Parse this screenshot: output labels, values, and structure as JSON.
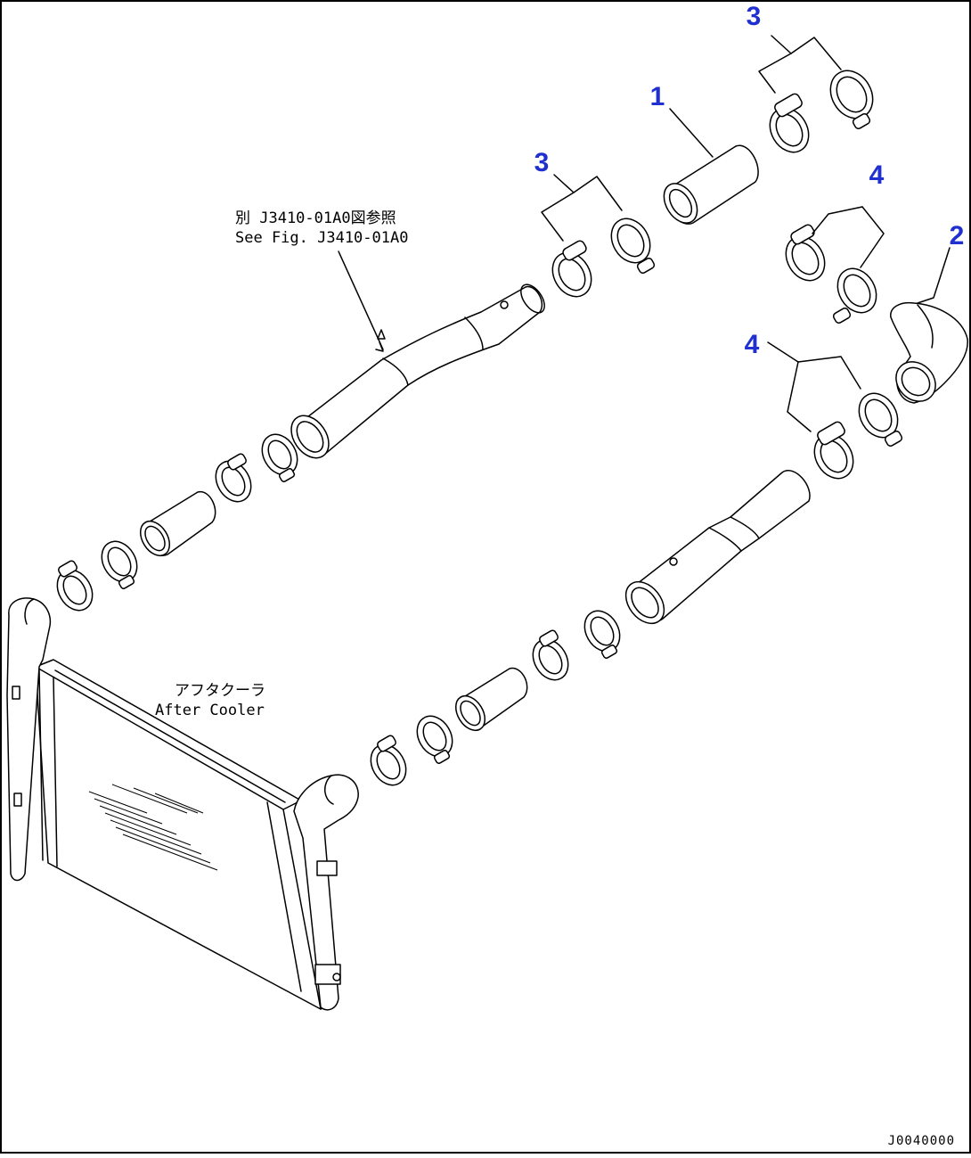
{
  "figure": {
    "code": "J0040000",
    "border_color": "#000000",
    "callout_color": "#1f2fd0"
  },
  "callouts": [
    {
      "id": "c3a",
      "label": "3"
    },
    {
      "id": "c1",
      "label": "1"
    },
    {
      "id": "c3b",
      "label": "3"
    },
    {
      "id": "c4a",
      "label": "4"
    },
    {
      "id": "c2",
      "label": "2"
    },
    {
      "id": "c4b",
      "label": "4"
    }
  ],
  "notes": {
    "ref_jp": "別 J3410-01A0図参照",
    "ref_en": "See Fig. J3410-01A0",
    "cooler_jp": "アフタクーラ",
    "cooler_en": "After Cooler"
  }
}
